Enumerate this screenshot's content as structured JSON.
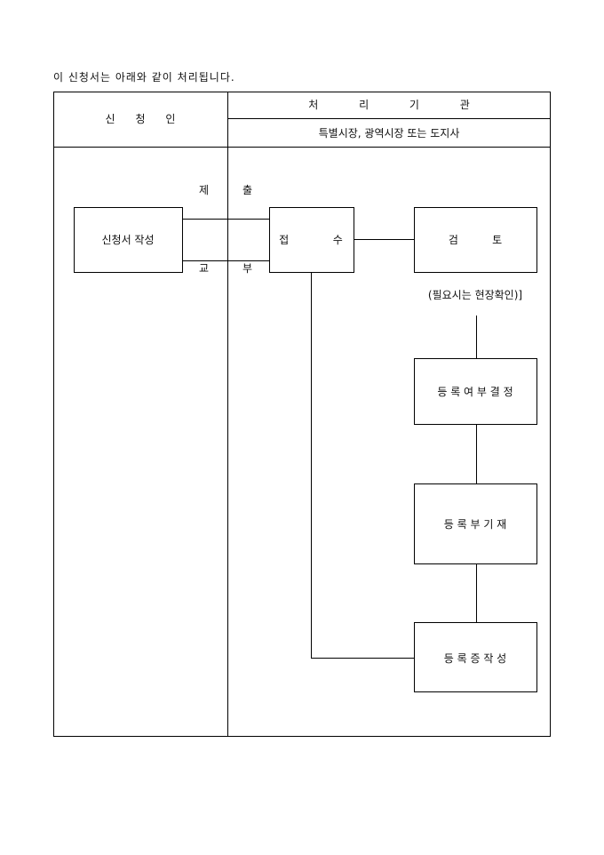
{
  "intro": "이 신청서는 아래와 같이 처리됩니다.",
  "header": {
    "applicant": "신      청      인",
    "processor": "처            리            기            관",
    "authority": "특별시장, 광역시장 또는 도지사"
  },
  "flow": {
    "write": "신청서 작성",
    "submit_1": "제",
    "submit_2": "출",
    "deliver_1": "교",
    "deliver_2": "부",
    "receive": "접             수",
    "review": "검          토",
    "review_note": "(필요시는 현장확인)]",
    "decide": "등 록 여 부 결 정",
    "register": "등 록 부 기 재",
    "certificate": "등 록 증 작 성"
  }
}
